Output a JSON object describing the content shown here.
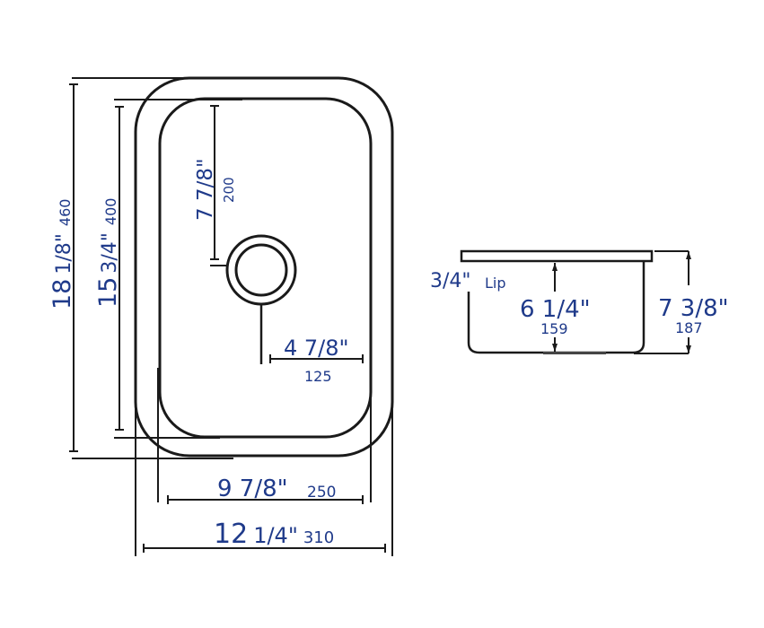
{
  "diagram": {
    "type": "undermount sink dimension drawing",
    "colors": {
      "line": "#1a1a1a",
      "text": "#1f3a8a",
      "background": "#ffffff"
    },
    "top_view": {
      "overall_length": {
        "inch_whole": "18",
        "inch_frac": "1/8\"",
        "mm": "460"
      },
      "bowl_length": {
        "inch_whole": "15",
        "inch_frac": "3/4\"",
        "mm": "400"
      },
      "drain_offset_from_back": {
        "inch": "7 7/8\"",
        "mm": "200"
      },
      "drain_offset_from_side": {
        "inch": "4 7/8\"",
        "mm": "125"
      },
      "bowl_width": {
        "inch": "9 7/8\"",
        "mm": "250"
      },
      "overall_width": {
        "inch_whole": "12",
        "inch_frac": "1/4\"",
        "mm": "310"
      }
    },
    "side_view": {
      "lip": {
        "inch": "3/4\"",
        "label": "Lip"
      },
      "bowl_depth": {
        "inch": "6 1/4\"",
        "mm": "159"
      },
      "overall_depth": {
        "inch": "7 3/8\"",
        "mm": "187"
      }
    }
  }
}
